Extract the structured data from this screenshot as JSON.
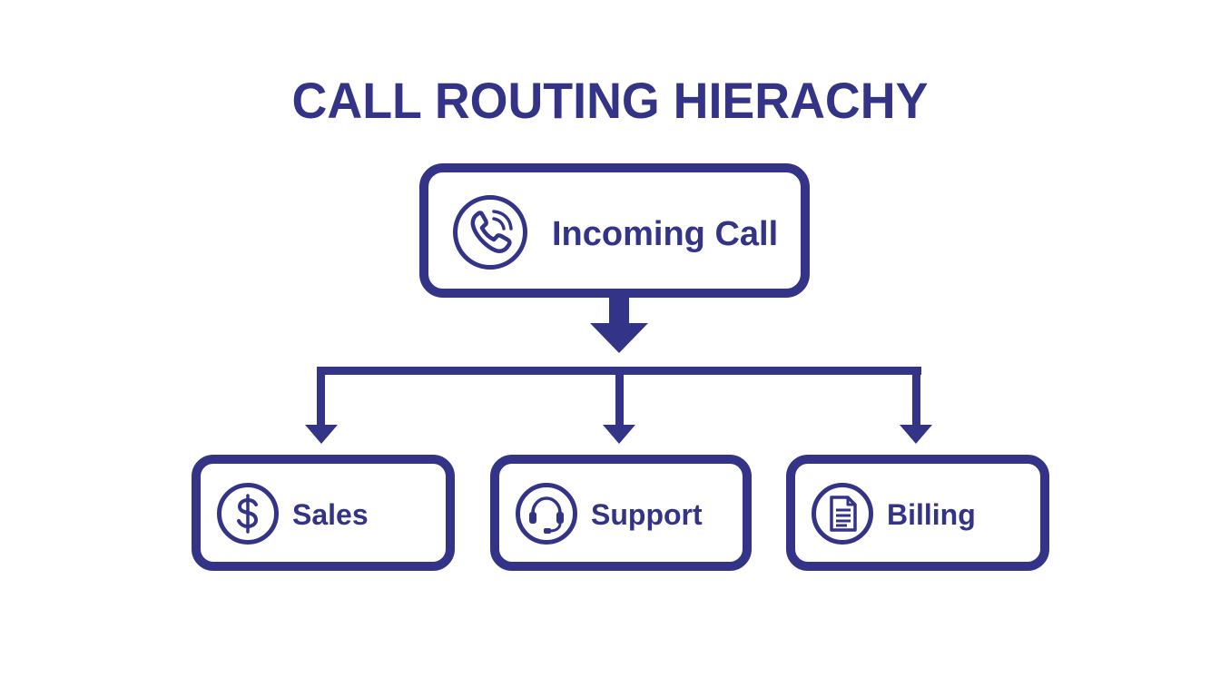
{
  "title": "CALL ROUTING HIERACHY",
  "colors": {
    "primary": "#333388",
    "background": "#ffffff"
  },
  "root": {
    "label": "Incoming Call",
    "icon": "phone-icon"
  },
  "children": [
    {
      "label": "Sales",
      "icon": "dollar-icon"
    },
    {
      "label": "Support",
      "icon": "headset-icon"
    },
    {
      "label": "Billing",
      "icon": "document-icon"
    }
  ]
}
